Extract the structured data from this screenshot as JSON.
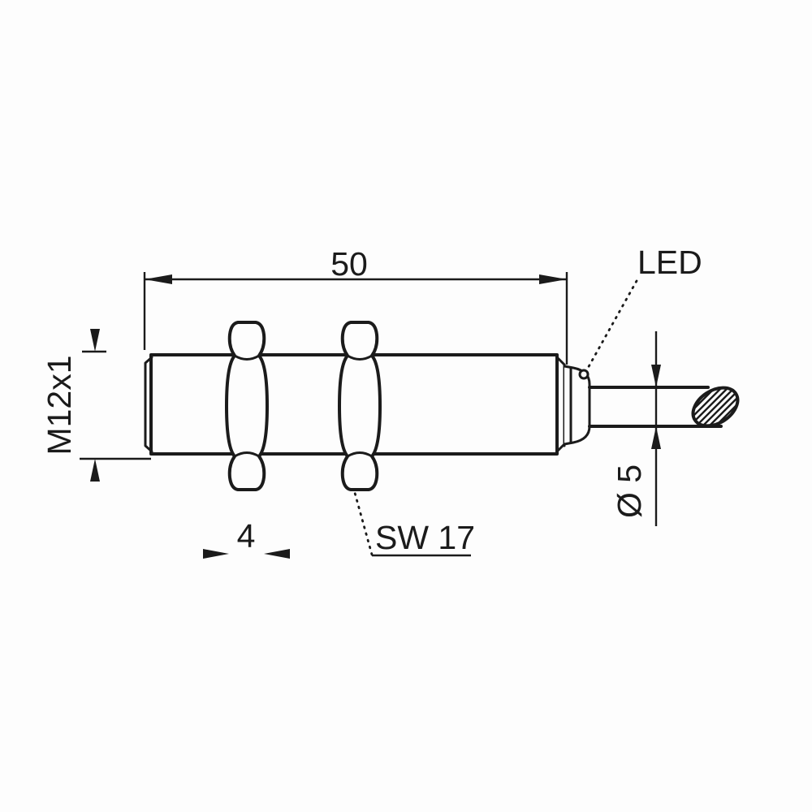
{
  "drawing": {
    "labels": {
      "overall_length": "50",
      "thread_spec": "M12x1",
      "nut_thickness": "4",
      "wrench_size": "SW 17",
      "led": "LED",
      "cable_diameter": "Ø 5"
    },
    "colors": {
      "line": "#1b1b1b",
      "background": "#fdfdfd"
    }
  }
}
